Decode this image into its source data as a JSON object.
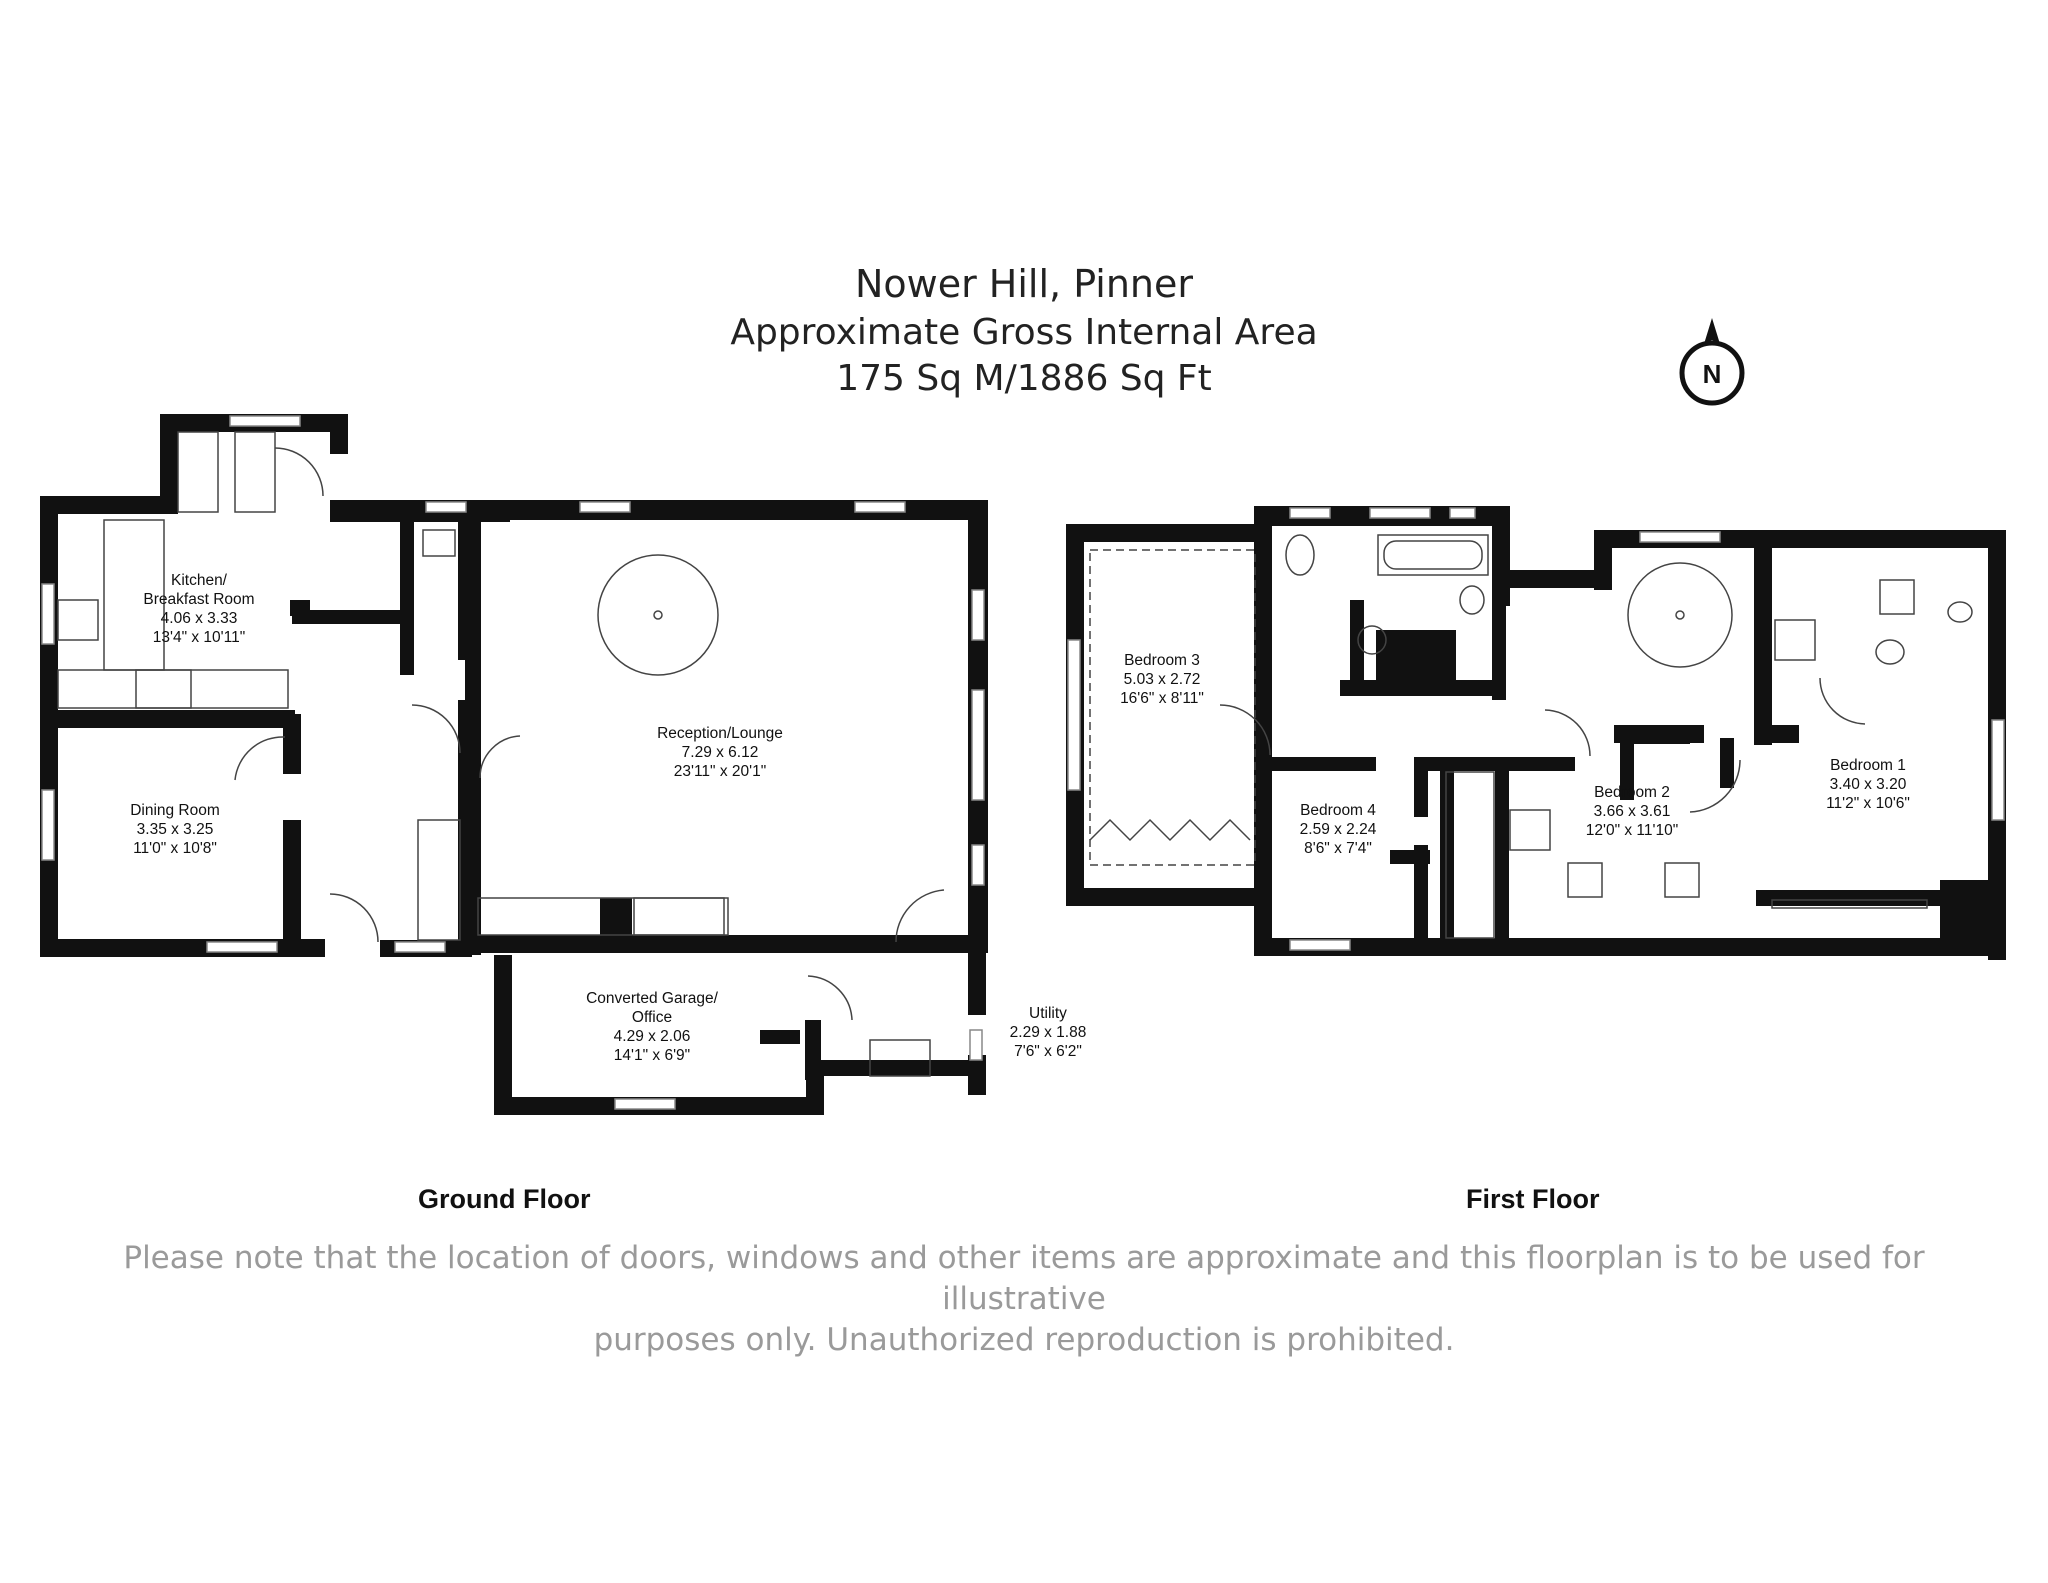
{
  "header": {
    "title": "Nower Hill, Pinner",
    "subtitle": "Approximate Gross Internal Area",
    "area": "175 Sq M/1886 Sq Ft"
  },
  "compass": {
    "letter": "N",
    "icon": "north-arrow-icon"
  },
  "ground_floor": {
    "label": "Ground Floor",
    "rooms": {
      "kitchen": {
        "name1": "Kitchen/",
        "name2": "Breakfast Room",
        "metric": "4.06 x 3.33",
        "imperial": "13'4\" x 10'11\""
      },
      "dining": {
        "name": "Dining Room",
        "metric": "3.35 x 3.25",
        "imperial": "11'0\" x 10'8\""
      },
      "reception": {
        "name": "Reception/Lounge",
        "metric": "7.29 x 6.12",
        "imperial": "23'11\" x 20'1\""
      },
      "garage": {
        "name1": "Converted Garage/",
        "name2": "Office",
        "metric": "4.29 x 2.06",
        "imperial": "14'1\" x 6'9\""
      },
      "utility": {
        "name": "Utility",
        "metric": "2.29 x 1.88",
        "imperial": "7'6\" x 6'2\""
      }
    }
  },
  "first_floor": {
    "label": "First Floor",
    "rooms": {
      "bedroom3": {
        "name": "Bedroom 3",
        "metric": "5.03 x 2.72",
        "imperial": "16'6\" x 8'11\""
      },
      "bedroom4": {
        "name": "Bedroom 4",
        "metric": "2.59 x 2.24",
        "imperial": "8'6\" x 7'4\""
      },
      "bedroom2": {
        "name": "Bedroom 2",
        "metric": "3.66 x 3.61",
        "imperial": "12'0\" x 11'10\""
      },
      "bedroom1": {
        "name": "Bedroom 1",
        "metric": "3.40 x 3.20",
        "imperial": "11'2\" x 10'6\""
      }
    }
  },
  "disclaimer": {
    "line1": "Please note that the location of doors, windows and other items are approximate and this floorplan is to be used for illustrative",
    "line2": "purposes only. Unauthorized reproduction is prohibited."
  }
}
